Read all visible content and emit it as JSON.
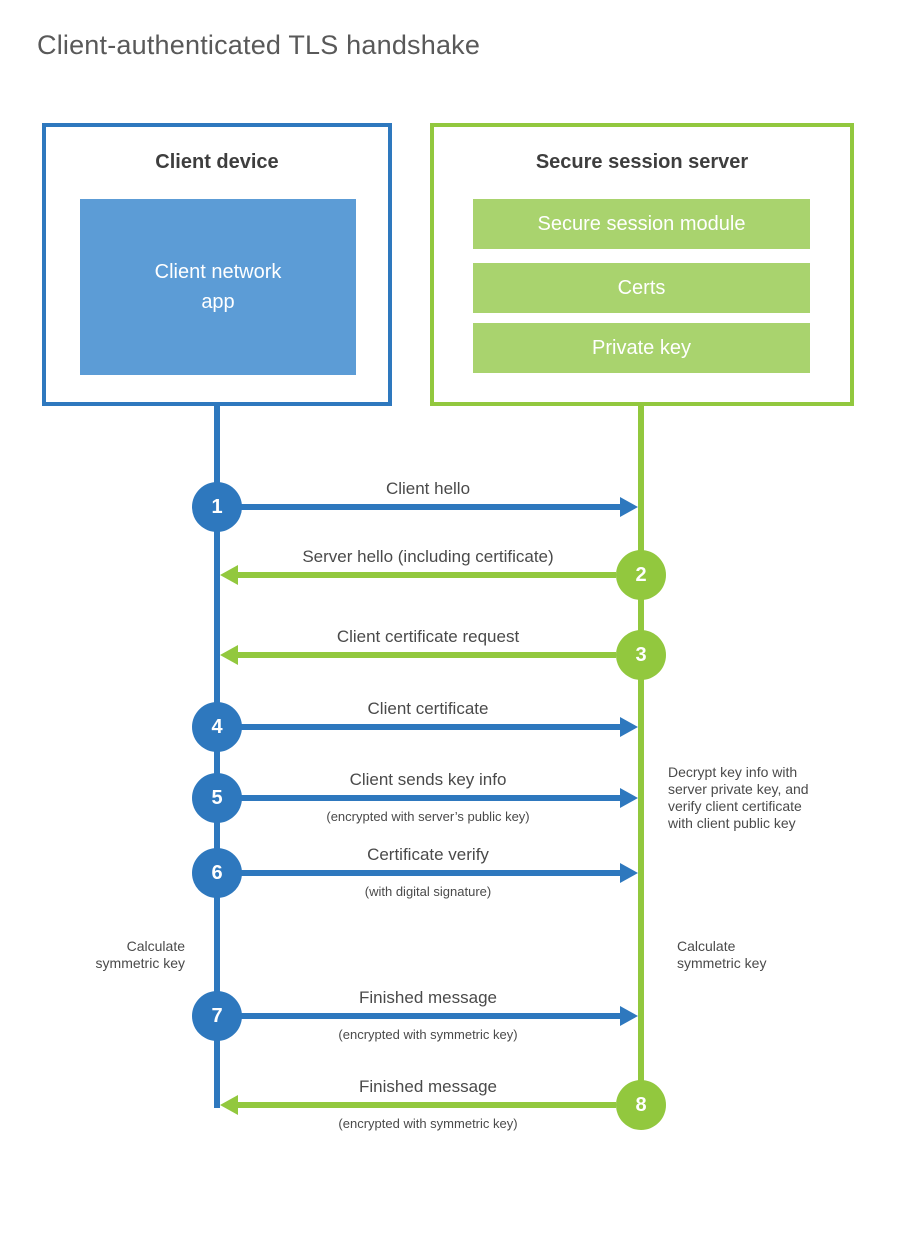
{
  "title": "Client-authenticated TLS handshake",
  "colors": {
    "client_primary": "#2E78BE",
    "client_fill": "#5C9CD6",
    "server_primary": "#92C83E",
    "server_fill": "#A9D36E"
  },
  "client": {
    "title": "Client device",
    "app_label": "Client network\napp"
  },
  "server": {
    "title": "Secure session server",
    "modules": [
      "Secure session module",
      "Certs",
      "Private key"
    ]
  },
  "steps": [
    {
      "num": "1",
      "actor": "client",
      "label": "Client hello",
      "sublabel": ""
    },
    {
      "num": "2",
      "actor": "server",
      "label": "Server hello (including certificate)",
      "sublabel": ""
    },
    {
      "num": "3",
      "actor": "server",
      "label": "Client certificate request",
      "sublabel": ""
    },
    {
      "num": "4",
      "actor": "client",
      "label": "Client certificate",
      "sublabel": ""
    },
    {
      "num": "5",
      "actor": "client",
      "label": "Client sends key info",
      "sublabel": "(encrypted with server’s public key)"
    },
    {
      "num": "6",
      "actor": "client",
      "label": "Certificate verify",
      "sublabel": "(with digital signature)"
    },
    {
      "num": "7",
      "actor": "client",
      "label": "Finished message",
      "sublabel": "(encrypted with symmetric key)"
    },
    {
      "num": "8",
      "actor": "server",
      "label": "Finished message",
      "sublabel": "(encrypted with symmetric key)"
    }
  ],
  "notes": {
    "decrypt": "Decrypt key info with\nserver private key, and\nverify client certificate\nwith client public key",
    "calc_client": "Calculate\nsymmetric key",
    "calc_server": "Calculate\nsymmetric key"
  }
}
